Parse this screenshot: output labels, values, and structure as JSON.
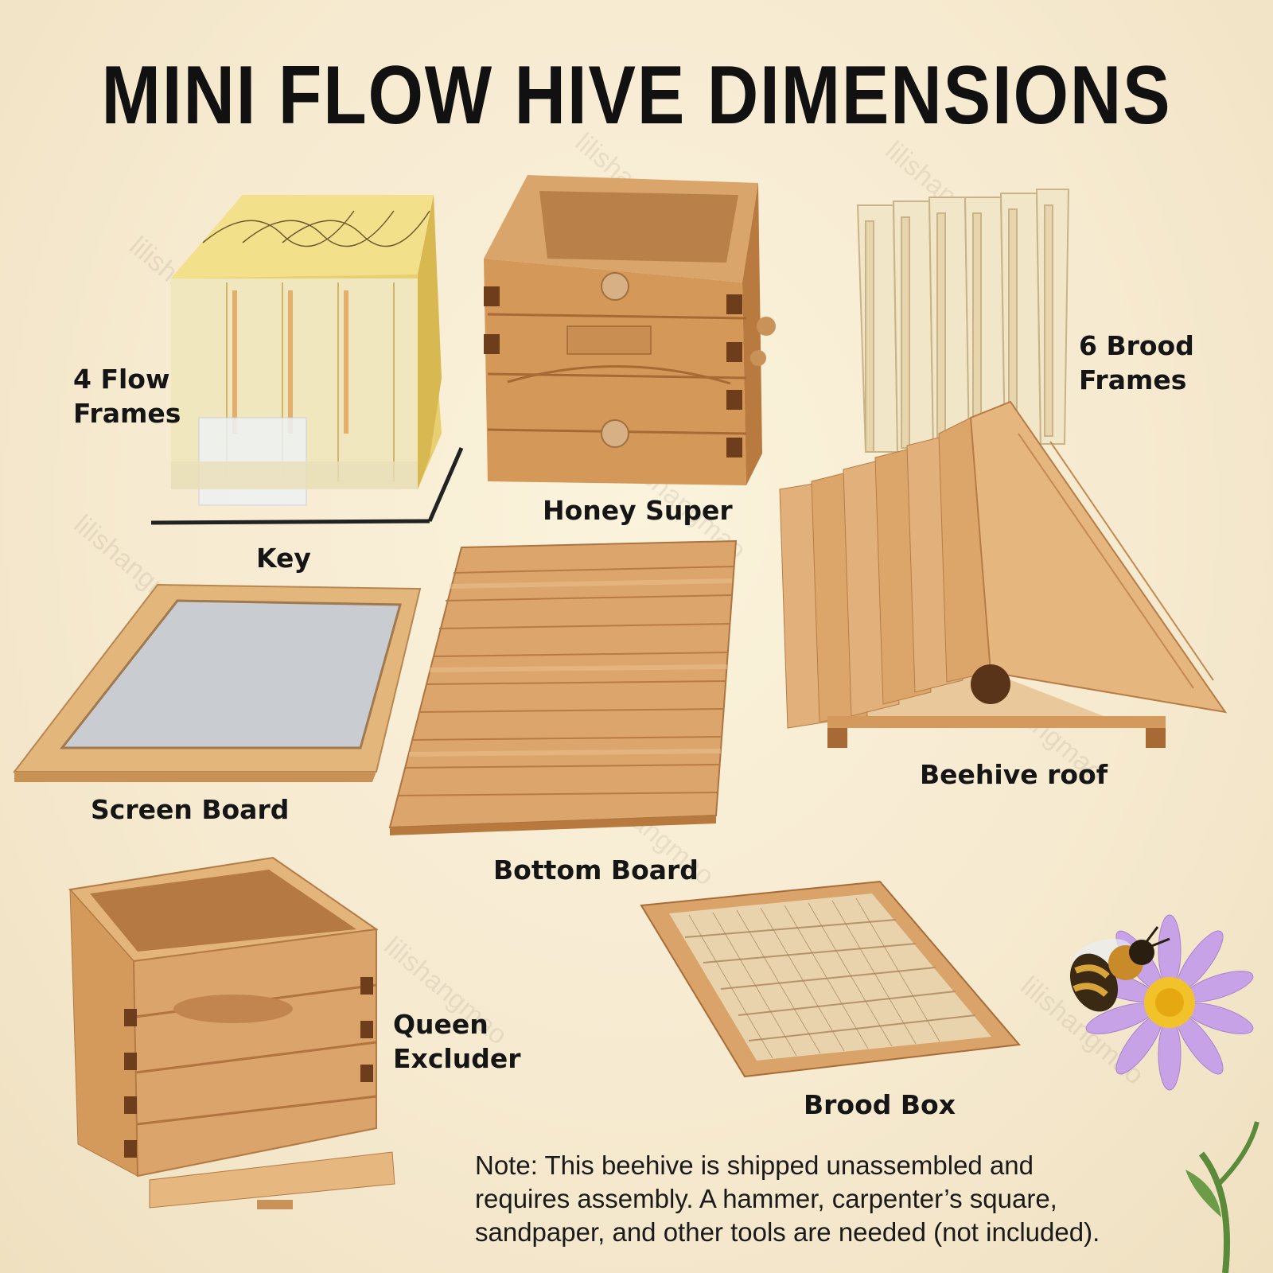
{
  "title": "MINI FLOW HIVE DIMENSIONS",
  "labels": {
    "flow_frames_line1": "4 Flow",
    "flow_frames_line2": "Frames",
    "key": "Key",
    "honey_super": "Honey Super",
    "brood_frames_line1": "6 Brood",
    "brood_frames_line2": "Frames",
    "screen_board": "Screen Board",
    "bottom_board": "Bottom Board",
    "beehive_roof": "Beehive roof",
    "queen_excluder_line1": "Queen",
    "queen_excluder_line2": "Excluder",
    "brood_box": "Brood Box"
  },
  "note": {
    "line1": "Note: This beehive is shipped unassembled and",
    "line2": "requires assembly. A hammer, carpenter’s square,",
    "line3": "sandpaper, and other tools are needed (not included)."
  },
  "watermark": "lilishangmao",
  "icons": [
    "bee-icon",
    "flower-icon"
  ],
  "colors": {
    "background": "#f6ead0",
    "wood_light": "#e2b47a",
    "wood_mid": "#c98a4b",
    "wood_dark": "#9a5a2a",
    "flow_frame_yellow": "#f1dc7a",
    "screen_mesh": "#c9ccd0",
    "flower_petal": "#c7a2e6"
  }
}
